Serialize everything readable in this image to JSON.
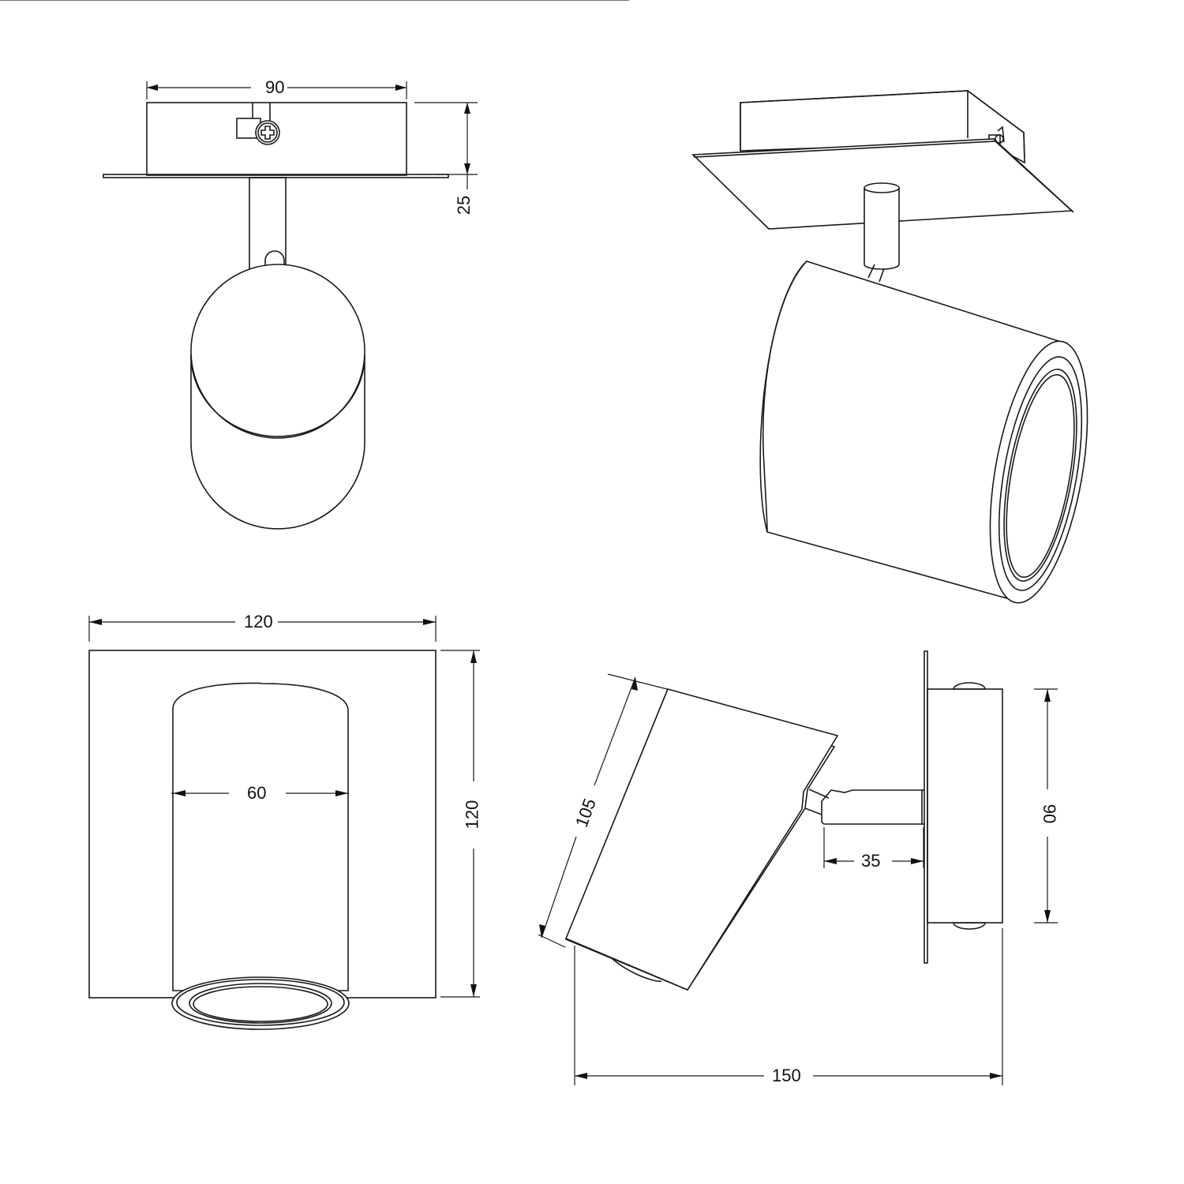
{
  "drawing": {
    "subject": "single spotlight, ceiling/wall mount",
    "stroke_color": "#1a1a1a",
    "background": "#ffffff"
  },
  "views": {
    "front": {
      "label": "front-view",
      "dims": {
        "box_width": "90",
        "box_height": "25"
      }
    },
    "isometric": {
      "label": "isometric-view"
    },
    "top": {
      "label": "top-view",
      "dims": {
        "plate_width": "120",
        "plate_height": "120",
        "shade_diameter": "60"
      }
    },
    "side": {
      "label": "side-view",
      "dims": {
        "shade_length": "105",
        "arm_length": "35",
        "box_height": "90",
        "total_depth": "150"
      }
    }
  }
}
